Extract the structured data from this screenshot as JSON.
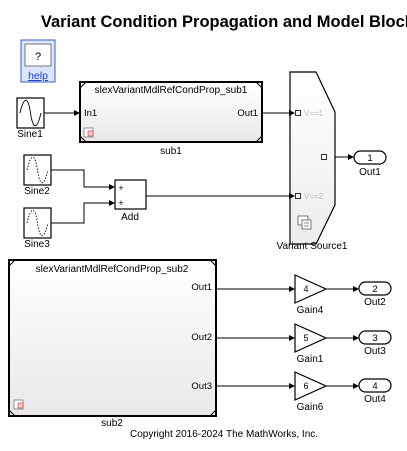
{
  "title": "Variant Condition Propagation and Model Blocks",
  "help": {
    "symbol": "?",
    "label": "help"
  },
  "sources": [
    {
      "label": "Sine1"
    },
    {
      "label": "Sine2"
    },
    {
      "label": "Sine3"
    }
  ],
  "sub1": {
    "model_name": "slexVariantMdlRefCondProp_sub1",
    "in_port": "In1",
    "out_port": "Out1",
    "label": "sub1"
  },
  "add": {
    "label": "Add",
    "sign1": "+",
    "sign2": "+"
  },
  "variant_source": {
    "label": "Variant Source1",
    "cond1": "V==1",
    "cond2": "V==2"
  },
  "out1": {
    "number": "1",
    "label": "Out1"
  },
  "sub2": {
    "model_name": "slexVariantMdlRefCondProp_sub2",
    "ports": [
      "Out1",
      "Out2",
      "Out3"
    ],
    "label": "sub2"
  },
  "gains": [
    {
      "value": "4",
      "label": "Gain4"
    },
    {
      "value": "5",
      "label": "Gain1"
    },
    {
      "value": "6",
      "label": "Gain6"
    }
  ],
  "outports": [
    {
      "number": "2",
      "label": "Out2"
    },
    {
      "number": "3",
      "label": "Out3"
    },
    {
      "number": "4",
      "label": "Out4"
    }
  ],
  "copyright": "Copyright 2016-2024 The MathWorks, Inc."
}
